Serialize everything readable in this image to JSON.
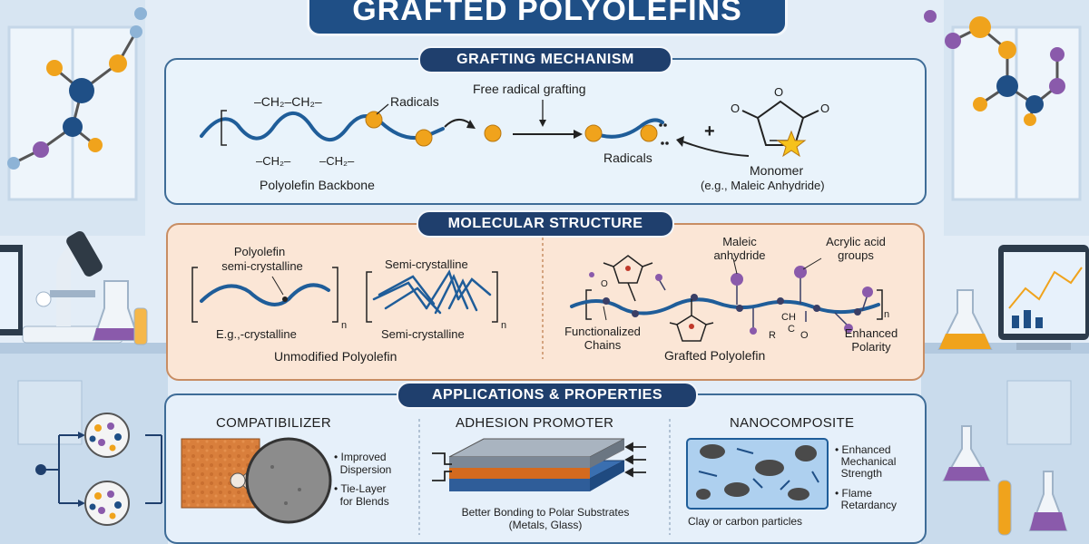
{
  "title": "GRAFTED POLYOLEFINS",
  "mechanism": {
    "heading": "GRAFTING MECHANISM",
    "ch2_top": "–CH₂–CH₂–",
    "ch2_bottom_1": "–CH₂–",
    "ch2_bottom_2": "–CH₂–",
    "radicals_label_1": "Radicals",
    "backbone_label": "Polyolefin Backbone",
    "free_radical_label": "Free radical grafting",
    "radicals_label_2": "Radicals",
    "plus": "+",
    "monomer_label": "Monomer",
    "monomer_example": "(e.g., Maleic Anhydride)",
    "o_left": "O",
    "o_right": "O",
    "o_top": "O"
  },
  "structure": {
    "heading": "MOLECULAR STRUCTURE",
    "unmod_label1": "Polyolefin",
    "unmod_label2": "semi-crystalline",
    "unmod_bottom": "E.g.,-crystalline",
    "semi_top": "Semi-crystalline",
    "semi_bottom": "Semi-crystalline",
    "subscript_n": "n",
    "unmod_caption": "Unmodified Polyolefin",
    "maleic_label": "Maleic\nanhydride",
    "acrylic_label": "Acrylic acid\ngroups",
    "functionalized_label": "Functionalized\nChains",
    "grafted_caption": "Grafted Polyolefin",
    "enhanced_polarity": "Enhanced\nPolarity",
    "acid_ch": "CH",
    "acid_c": "C",
    "acid_r": "R",
    "acid_o": "O",
    "anh_o": "O"
  },
  "applications": {
    "heading": "APPLICATIONS & PROPERTIES",
    "compat_title": "COMPATIBILIZER",
    "compat_bullets": [
      "• Improved\n  Dispersion",
      "• Tie-Layer\n  for Blends"
    ],
    "adhesion_title": "ADHESION PROMOTER",
    "adhesion_caption": "Better Bonding to Polar Substrates\n(Metals, Glass)",
    "nano_title": "NANOCOMPOSITE",
    "nano_bullets": [
      "• Enhanced\n  Mechanical\n  Strength",
      "• Flame\n  Retardancy"
    ],
    "nano_caption": "Clay or carbon particles"
  },
  "colors": {
    "navy": "#1f3f6d",
    "chain": "#1f5d99",
    "radical": "#f0a31c",
    "purple": "#7a4a9a",
    "peach": "#fbe6d6"
  },
  "icons": [
    "molecule-icon",
    "microscope-icon",
    "flask-icon",
    "monitor-icon",
    "star-icon"
  ]
}
